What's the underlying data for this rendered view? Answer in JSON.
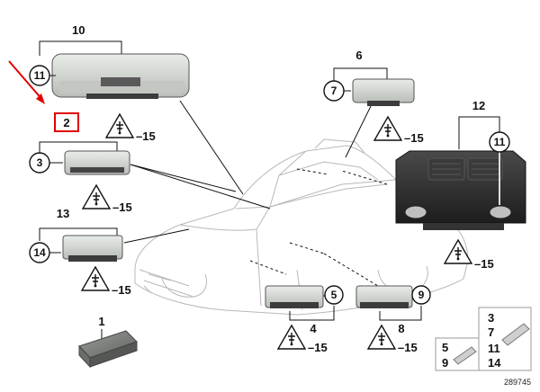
{
  "diagram": {
    "parts": {
      "p1": "1",
      "p2": "2",
      "p3": "3",
      "p4": "4",
      "p5": "5",
      "p6": "6",
      "p7": "7",
      "p8": "8",
      "p9": "9",
      "p10": "10",
      "p11a": "11",
      "p11b": "11",
      "p12": "12",
      "p13": "13",
      "p14": "14"
    },
    "bulb_refs": {
      "r3": "3",
      "r7": "7",
      "r11": "11",
      "r14": "14",
      "r5": "5",
      "r9": "9"
    },
    "warning_ref": "–15",
    "doc_number": "289745",
    "colors": {
      "highlight": "#e00000",
      "housing_dark": "#2b2b2b",
      "lens": "#d9ddd8"
    }
  }
}
